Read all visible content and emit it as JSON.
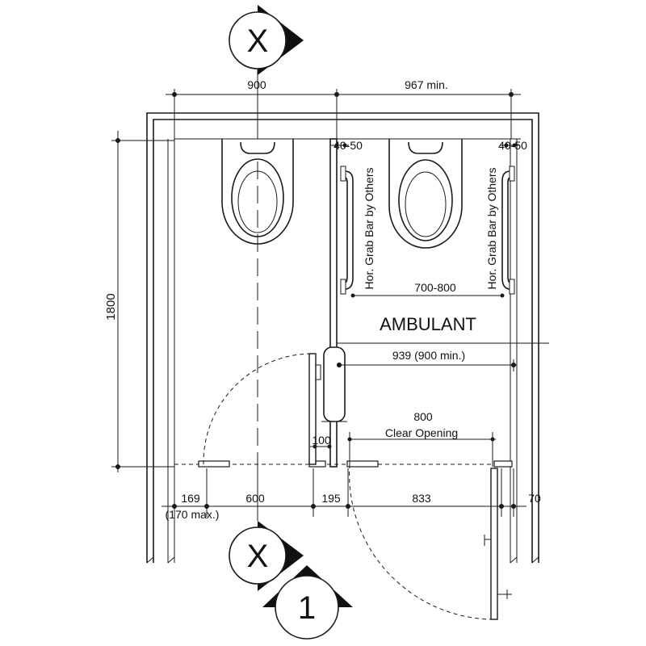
{
  "markers": {
    "section_top": "X",
    "section_bottom": "X",
    "detail": "1"
  },
  "dimensions": {
    "top_left_width": "900",
    "top_right_width": "967 min.",
    "left_height": "1800",
    "grab_offset_left": "40-50",
    "grab_offset_right": "40-50",
    "grab_span": "700-800",
    "cubicle_width": "939 (900 min.)",
    "clear_opening_value": "800",
    "clear_opening_label": "Clear Opening",
    "door_stop": "100",
    "bottom_left_offset": "169",
    "bottom_left_offset_max": "(170 max.)",
    "bottom_door_width": "600",
    "bottom_partition": "195",
    "bottom_right_width": "833",
    "bottom_right_end": "70"
  },
  "labels": {
    "grab_bar_left": "Hor. Grab Bar by Others",
    "grab_bar_right": "Hor. Grab Bar by Others",
    "ambulant": "AMBULANT"
  },
  "colors": {
    "line": "#1a1a1a",
    "background": "#ffffff"
  }
}
